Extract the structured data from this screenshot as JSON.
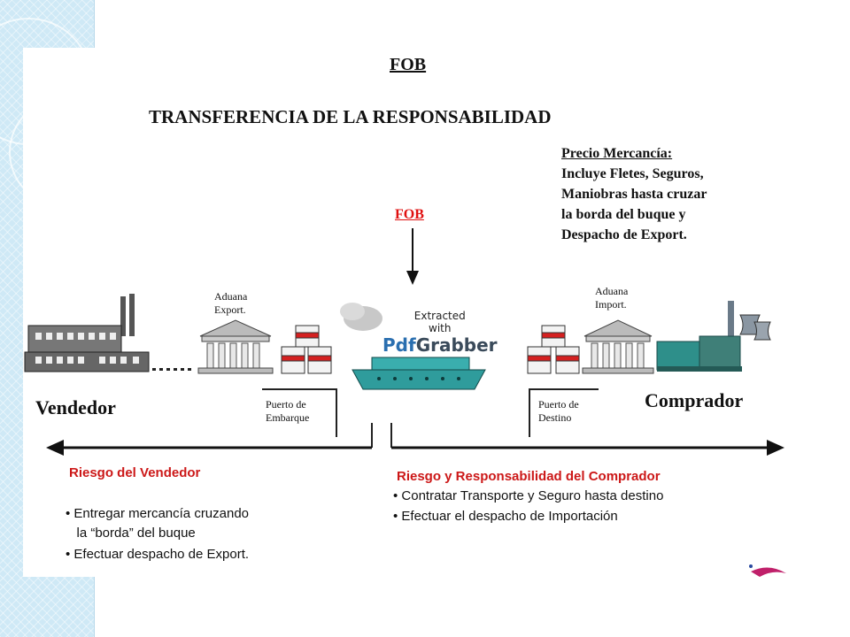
{
  "title": "FOB",
  "subtitle": "TRANSFERENCIA DE LA RESPONSABILIDAD",
  "price_box": {
    "heading": "Precio Mercancía:",
    "lines": [
      "Incluye Fletes, Seguros,",
      "Maniobras hasta cruzar",
      "la borda del buque  y",
      "Despacho  de  Export."
    ]
  },
  "fob_marker": "FOB",
  "aduana_export": [
    "Aduana",
    "Export."
  ],
  "aduana_import": [
    "Aduana",
    "Import."
  ],
  "puerto_embarque": [
    "Puerto de",
    "Embarque"
  ],
  "puerto_destino": [
    "Puerto de",
    "Destino"
  ],
  "vendedor": "Vendedor",
  "comprador": "Comprador",
  "watermark": {
    "line1": "Extracted",
    "line2": "with",
    "logo_a": "Pdf",
    "logo_b": "Grabber"
  },
  "risk_seller": {
    "heading": "Riesgo del Vendedor",
    "bullets": [
      "•  Entregar mercancía cruzando",
      "   la “borda” del buque",
      "•  Efectuar despacho de Export."
    ]
  },
  "risk_buyer": {
    "heading": "Riesgo y Responsabilidad del Comprador",
    "bullets": [
      "•  Contratar Transporte y Seguro hasta destino",
      "•  Efectuar el despacho de Importación"
    ]
  },
  "colors": {
    "accent_red": "#e01010",
    "risk_red": "#cc1818",
    "ship_teal": "#2f9c9c",
    "strip_blue": "#cfe9f6"
  },
  "icons": [
    "factory-icon",
    "customs-building-icon",
    "barrels-icon",
    "ship-icon",
    "power-plant-icon",
    "arrow-down-icon"
  ]
}
